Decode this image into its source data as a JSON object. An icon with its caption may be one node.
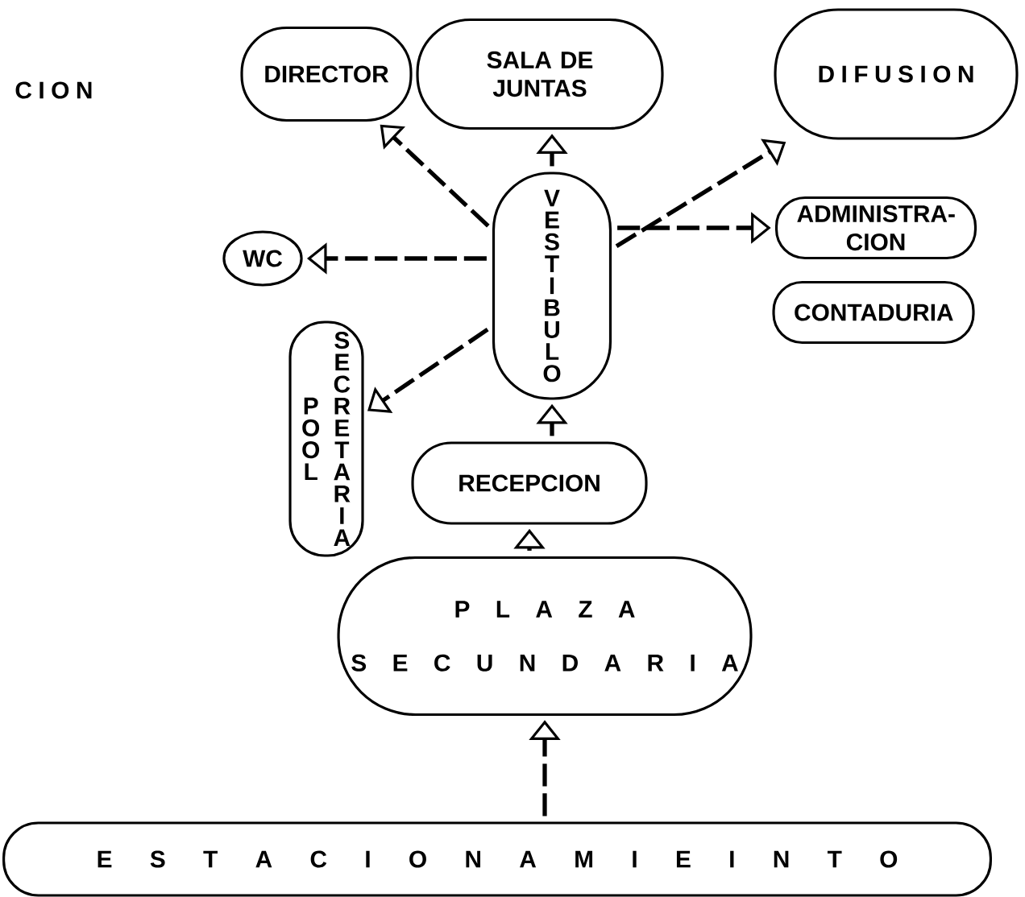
{
  "diagram": {
    "nodes": [
      {
        "text": [
          "DIRECTOR"
        ]
      },
      {
        "text": [
          "SALA DE JUNTAS"
        ]
      },
      {
        "text": [
          "D I F U S I O N"
        ]
      },
      {
        "text": [
          "VESTIBULO"
        ]
      },
      {
        "text": [
          "WC"
        ]
      },
      {
        "text": [
          "ADMINISTRA- CION"
        ]
      },
      {
        "text": [
          "CONTADURIA"
        ]
      },
      {
        "text": [
          "POOL",
          "SECRETARIA"
        ]
      },
      {
        "text": [
          "RECEPCION"
        ]
      },
      {
        "text": [
          "P L A Z A",
          "S E C U N D A R I A"
        ]
      },
      {
        "text": [
          "E S T A C I O N A M I E I N T O"
        ]
      }
    ],
    "edges": [
      {
        "from": 3,
        "to": 0,
        "arrow": "to",
        "style": "dashed"
      },
      {
        "from": 3,
        "to": 1,
        "arrow": "to"
      },
      {
        "from": 3,
        "to": 2,
        "arrow": "to",
        "style": "dashed"
      },
      {
        "from": 3,
        "to": 4,
        "arrow": "to",
        "style": "dashed"
      },
      {
        "from": 3,
        "to": 5,
        "arrow": "to",
        "style": "dashed"
      },
      {
        "from": 3,
        "to": 7,
        "arrow": "to",
        "style": "dashed"
      },
      {
        "from": 8,
        "to": 3,
        "arrow": "to"
      },
      {
        "from": 9,
        "to": 8,
        "arrow": "to"
      },
      {
        "from": 10,
        "to": 9,
        "arrow": "to",
        "style": "dashed"
      }
    ],
    "labels": [
      "C I O N"
    ]
  }
}
